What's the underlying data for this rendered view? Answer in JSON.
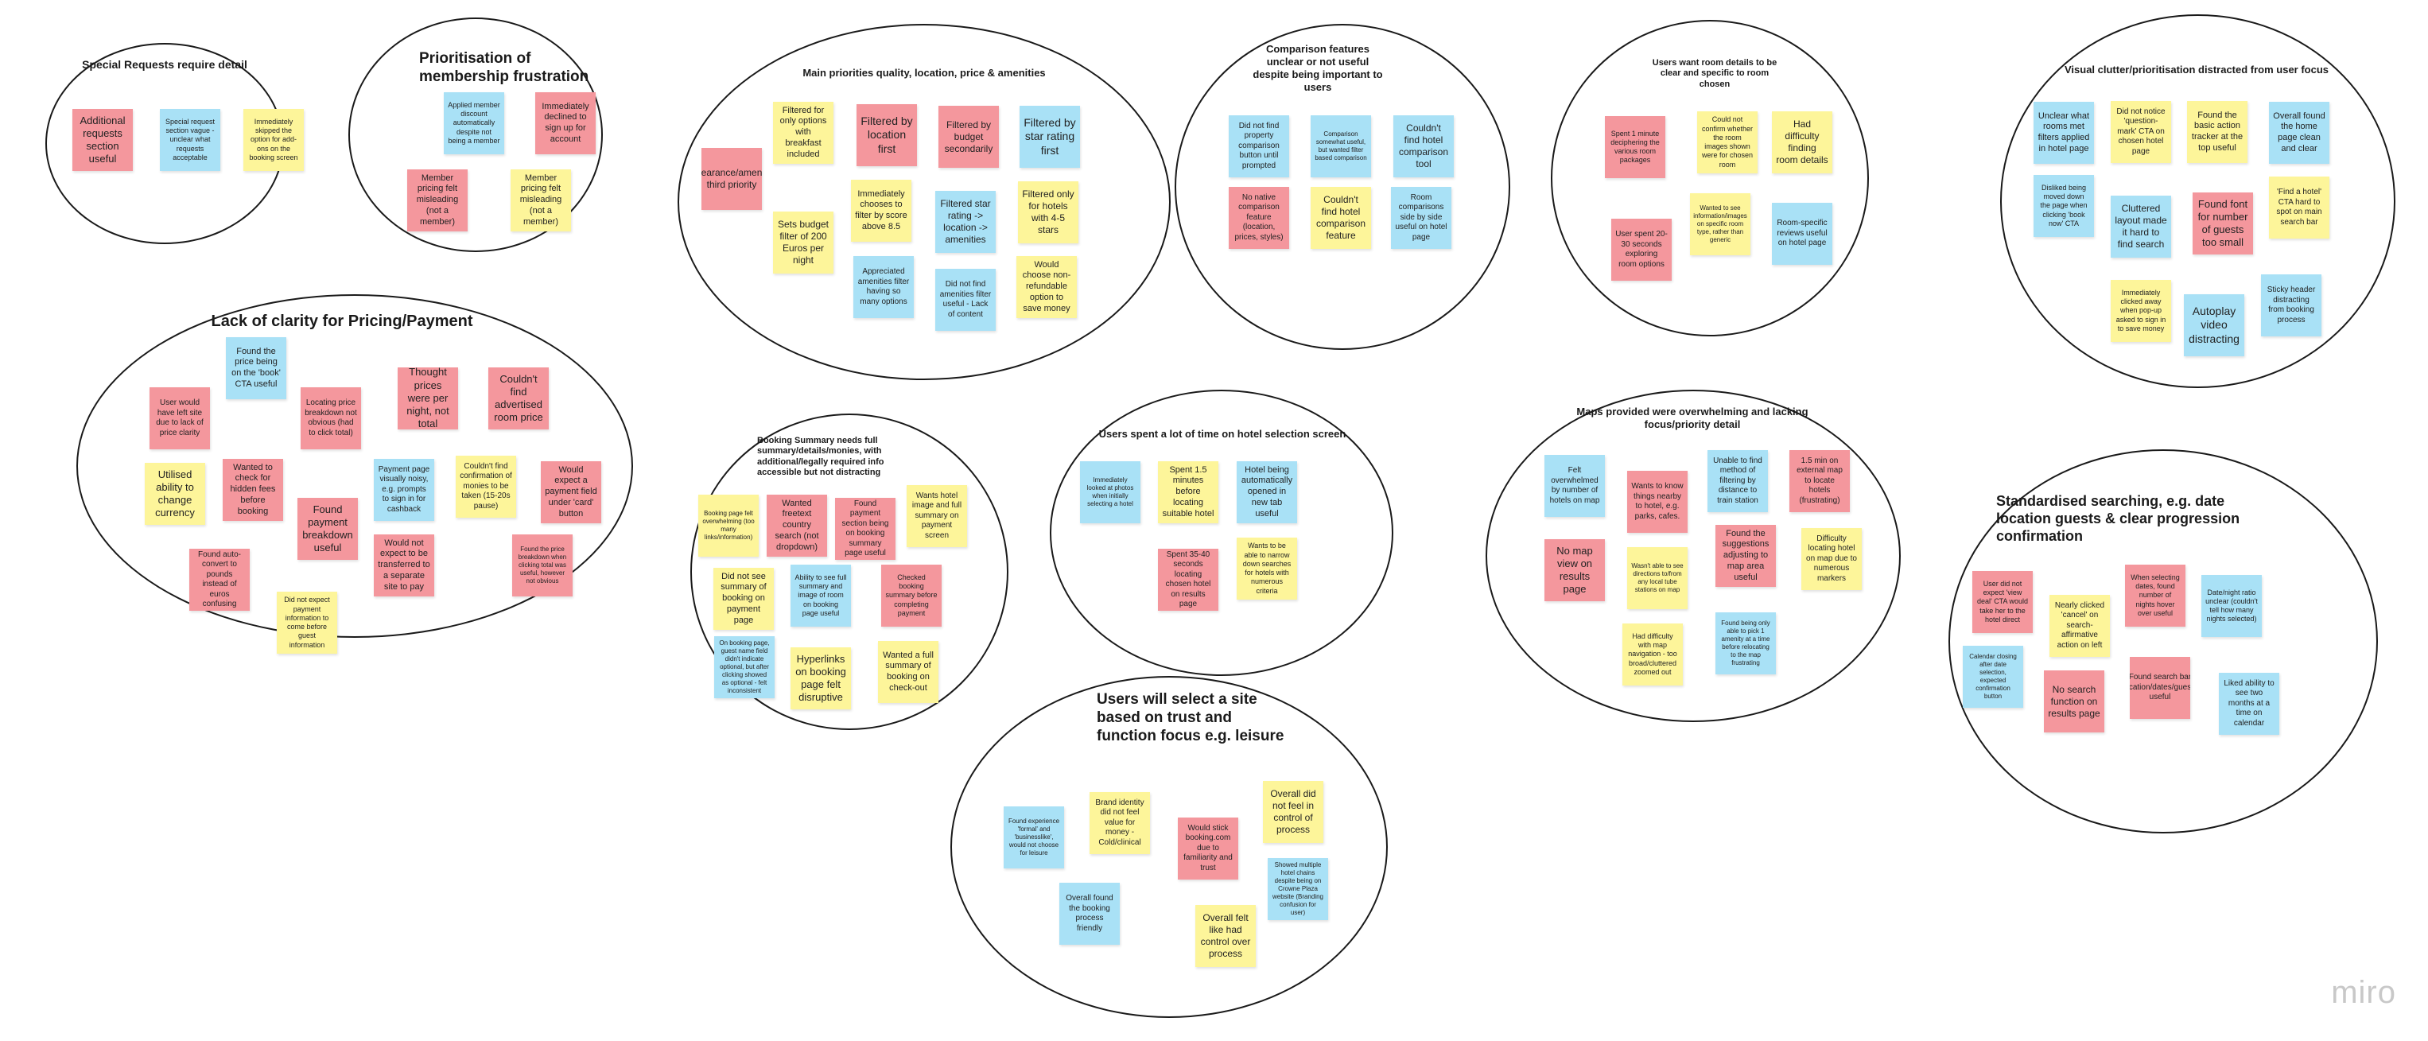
{
  "app": "miro",
  "clusters": [
    {
      "title": "Special Requests require detail",
      "notes": [
        {
          "text": "Additional requests section useful",
          "color": "red"
        },
        {
          "text": "Special request section vague - unclear what requests acceptable",
          "color": "blue"
        },
        {
          "text": "Immediately skipped the option for add-ons on the booking screen",
          "color": "yellow"
        }
      ]
    },
    {
      "title": "Prioritisation of membership frustration",
      "notes": [
        {
          "text": "Applied member discount automatically despite not being a member",
          "color": "blue"
        },
        {
          "text": "Immediately declined to sign up for account",
          "color": "red"
        },
        {
          "text": "Member pricing felt misleading (not a member)",
          "color": "red"
        },
        {
          "text": "Member pricing felt misleading (not a member)",
          "color": "yellow"
        }
      ]
    },
    {
      "title": "Main priorities quality, location, price & amenities",
      "notes": [
        {
          "text": "Appearance/amenities third priority",
          "color": "red"
        },
        {
          "text": "Filtered for only options with breakfast included",
          "color": "yellow"
        },
        {
          "text": "Filtered by location first",
          "color": "red"
        },
        {
          "text": "Filtered by budget secondarily",
          "color": "red"
        },
        {
          "text": "Filtered by star rating first",
          "color": "blue"
        },
        {
          "text": "Sets budget filter of 200 Euros per night",
          "color": "yellow"
        },
        {
          "text": "Immediately chooses to filter by score above 8.5",
          "color": "yellow"
        },
        {
          "text": "Filtered star rating -> location -> amenities",
          "color": "blue"
        },
        {
          "text": "Filtered only for hotels with 4-5 stars",
          "color": "yellow"
        },
        {
          "text": "Appreciated amenities filter having so many options",
          "color": "blue"
        },
        {
          "text": "Did not find amenities filter useful - Lack of content",
          "color": "blue"
        },
        {
          "text": "Would choose non-refundable option to save money",
          "color": "yellow"
        }
      ]
    },
    {
      "title": "Comparison features unclear or not useful despite being important to users",
      "notes": [
        {
          "text": "Did not find property comparison button until prompted",
          "color": "blue"
        },
        {
          "text": "Comparison somewhat useful, but wanted filter based comparison",
          "color": "blue"
        },
        {
          "text": "Couldn't find hotel comparison tool",
          "color": "blue"
        },
        {
          "text": "No native comparison feature (location, prices, styles)",
          "color": "red"
        },
        {
          "text": "Couldn't find hotel comparison feature",
          "color": "yellow"
        },
        {
          "text": "Room comparisons side by side useful on hotel page",
          "color": "blue"
        }
      ]
    },
    {
      "title": "Users want room details to be clear and specific to room chosen",
      "notes": [
        {
          "text": "Spent 1 minute deciphering the various room packages",
          "color": "red"
        },
        {
          "text": "Could not confirm whether the room images shown were for chosen room",
          "color": "yellow"
        },
        {
          "text": "Had difficulty finding room details",
          "color": "yellow"
        },
        {
          "text": "Wanted to see information/images on specific room type, rather than generic",
          "color": "yellow"
        },
        {
          "text": "User spent 20-30 seconds exploring room options",
          "color": "red"
        },
        {
          "text": "Room-specific reviews useful on hotel page",
          "color": "blue"
        }
      ]
    },
    {
      "title": "Visual clutter/prioritisation distracted from user focus",
      "notes": [
        {
          "text": "Unclear what rooms met filters applied in hotel page",
          "color": "blue"
        },
        {
          "text": "Did not notice 'question-mark' CTA on chosen hotel page",
          "color": "yellow"
        },
        {
          "text": "Found the basic action tracker at the top useful",
          "color": "yellow"
        },
        {
          "text": "Overall found the home page clean and clear",
          "color": "blue"
        },
        {
          "text": "Disliked being moved down the page when clicking 'book now' CTA",
          "color": "blue"
        },
        {
          "text": "Cluttered layout made it hard to find search",
          "color": "blue"
        },
        {
          "text": "Found font for number of guests too small",
          "color": "red"
        },
        {
          "text": "'Find a hotel' CTA hard to spot on main search bar",
          "color": "yellow"
        },
        {
          "text": "Immediately clicked away when pop-up asked to sign in to save money",
          "color": "yellow"
        },
        {
          "text": "Autoplay video distracting",
          "color": "blue"
        },
        {
          "text": "Sticky header distracting from booking process",
          "color": "blue"
        }
      ]
    },
    {
      "title": "Lack of clarity for Pricing/Payment",
      "notes": [
        {
          "text": "Found the price being on the 'book' CTA useful",
          "color": "blue"
        },
        {
          "text": "User would have left site due to lack of price clarity",
          "color": "red"
        },
        {
          "text": "Locating price breakdown not obvious (had to click total)",
          "color": "red"
        },
        {
          "text": "Thought prices were per night, not total",
          "color": "red"
        },
        {
          "text": "Couldn't find advertised room price",
          "color": "red"
        },
        {
          "text": "Utilised ability to change currency",
          "color": "yellow"
        },
        {
          "text": "Wanted to check for hidden fees before booking",
          "color": "red"
        },
        {
          "text": "Payment page visually noisy, e.g. prompts to sign in for cashback",
          "color": "blue"
        },
        {
          "text": "Couldn't find confirmation of monies to be taken (15-20s pause)",
          "color": "yellow"
        },
        {
          "text": "Would expect a payment field under 'card' button",
          "color": "red"
        },
        {
          "text": "Found payment breakdown useful",
          "color": "red"
        },
        {
          "text": "Would not expect to be transferred to a separate site to pay",
          "color": "red"
        },
        {
          "text": "Found the price breakdown when clicking total was useful, however not obvious",
          "color": "red"
        },
        {
          "text": "Found auto-convert to pounds instead of euros confusing",
          "color": "red"
        },
        {
          "text": "Did not expect payment information to come before guest information",
          "color": "yellow"
        }
      ]
    },
    {
      "title": "Booking Summary needs full summary/details/monies, with additional/legally required info accessible but not distracting",
      "notes": [
        {
          "text": "Booking page felt overwhelming (too many links/information)",
          "color": "yellow"
        },
        {
          "text": "Wanted freetext country search (not dropdown)",
          "color": "red"
        },
        {
          "text": "Found payment section being on booking summary page useful",
          "color": "red"
        },
        {
          "text": "Wants hotel image and full summary on payment screen",
          "color": "yellow"
        },
        {
          "text": "Did not see summary of booking on payment page",
          "color": "yellow"
        },
        {
          "text": "Ability to see full summary and image of room on booking page useful",
          "color": "blue"
        },
        {
          "text": "Checked booking summary before completing payment",
          "color": "red"
        },
        {
          "text": "On booking page, guest name field didn't indicate optional, but after clicking showed as optional - felt inconsistent",
          "color": "blue"
        },
        {
          "text": "Hyperlinks on booking page felt disruptive",
          "color": "yellow"
        },
        {
          "text": "Wanted a full summary of booking on check-out",
          "color": "yellow"
        }
      ]
    },
    {
      "title": "Users spent a lot of time on hotel selection screen",
      "notes": [
        {
          "text": "Immediately looked at photos when initially selecting a hotel",
          "color": "blue"
        },
        {
          "text": "Spent 1.5 minutes before locating suitable hotel",
          "color": "yellow"
        },
        {
          "text": "Hotel being automatically opened in new tab useful",
          "color": "blue"
        },
        {
          "text": "Spent 35-40 seconds locating chosen hotel on results page",
          "color": "red"
        },
        {
          "text": "Wants to be able to narrow down searches for hotels with numerous criteria",
          "color": "yellow"
        }
      ]
    },
    {
      "title": "Maps provided were overwhelming and lacking focus/priority detail",
      "notes": [
        {
          "text": "Felt overwhelmed by number of hotels on map",
          "color": "blue"
        },
        {
          "text": "Wants to know things nearby to hotel, e.g. parks, cafes.",
          "color": "red"
        },
        {
          "text": "Unable to find method of filtering by distance to train station",
          "color": "blue"
        },
        {
          "text": "1.5 min on external map to locate hotels (frustrating)",
          "color": "red"
        },
        {
          "text": "No map view on results page",
          "color": "red"
        },
        {
          "text": "Wasn't able to see directions to/from any local tube stations on map",
          "color": "yellow"
        },
        {
          "text": "Found the suggestions adjusting to map area useful",
          "color": "red"
        },
        {
          "text": "Difficulty locating hotel on map due to numerous markers",
          "color": "yellow"
        },
        {
          "text": "Had difficulty with map navigation - too broad/cluttered zoomed out",
          "color": "yellow"
        },
        {
          "text": "Found being only able to pick 1 amenity at a time before relocating to the map frustrating",
          "color": "blue"
        }
      ]
    },
    {
      "title": "Standardised searching, e.g. date location guests & clear progression confirmation",
      "notes": [
        {
          "text": "User did not expect 'view deal' CTA would take her to the hotel direct",
          "color": "red"
        },
        {
          "text": "Nearly clicked 'cancel' on search-affirmative action on left",
          "color": "yellow"
        },
        {
          "text": "When selecting dates, found number of nights hover over useful",
          "color": "red"
        },
        {
          "text": "Date/night ratio unclear (couldn't tell how many nights selected)",
          "color": "blue"
        },
        {
          "text": "Calendar closing after date selection, expected confirmation button",
          "color": "blue"
        },
        {
          "text": "No search function on results page",
          "color": "red"
        },
        {
          "text": "Found search bar (location/dates/guests) useful",
          "color": "red"
        },
        {
          "text": "Liked ability to see two months at a time on calendar",
          "color": "blue"
        }
      ]
    },
    {
      "title": "Users will select a site based on trust and function focus e.g. leisure",
      "notes": [
        {
          "text": "Found experience 'formal' and 'businesslike', would not choose for leisure",
          "color": "blue"
        },
        {
          "text": "Brand identity did not feel value for money - Cold/clinical",
          "color": "yellow"
        },
        {
          "text": "Would stick booking.com due to familiarity and trust",
          "color": "red"
        },
        {
          "text": "Overall did not feel in control of process",
          "color": "yellow"
        },
        {
          "text": "Showed multiple hotel chains despite being on Crowne Plaza website (Branding confusion for user)",
          "color": "blue"
        },
        {
          "text": "Overall found the booking process friendly",
          "color": "blue"
        },
        {
          "text": "Overall felt like had control over process",
          "color": "yellow"
        }
      ]
    }
  ]
}
